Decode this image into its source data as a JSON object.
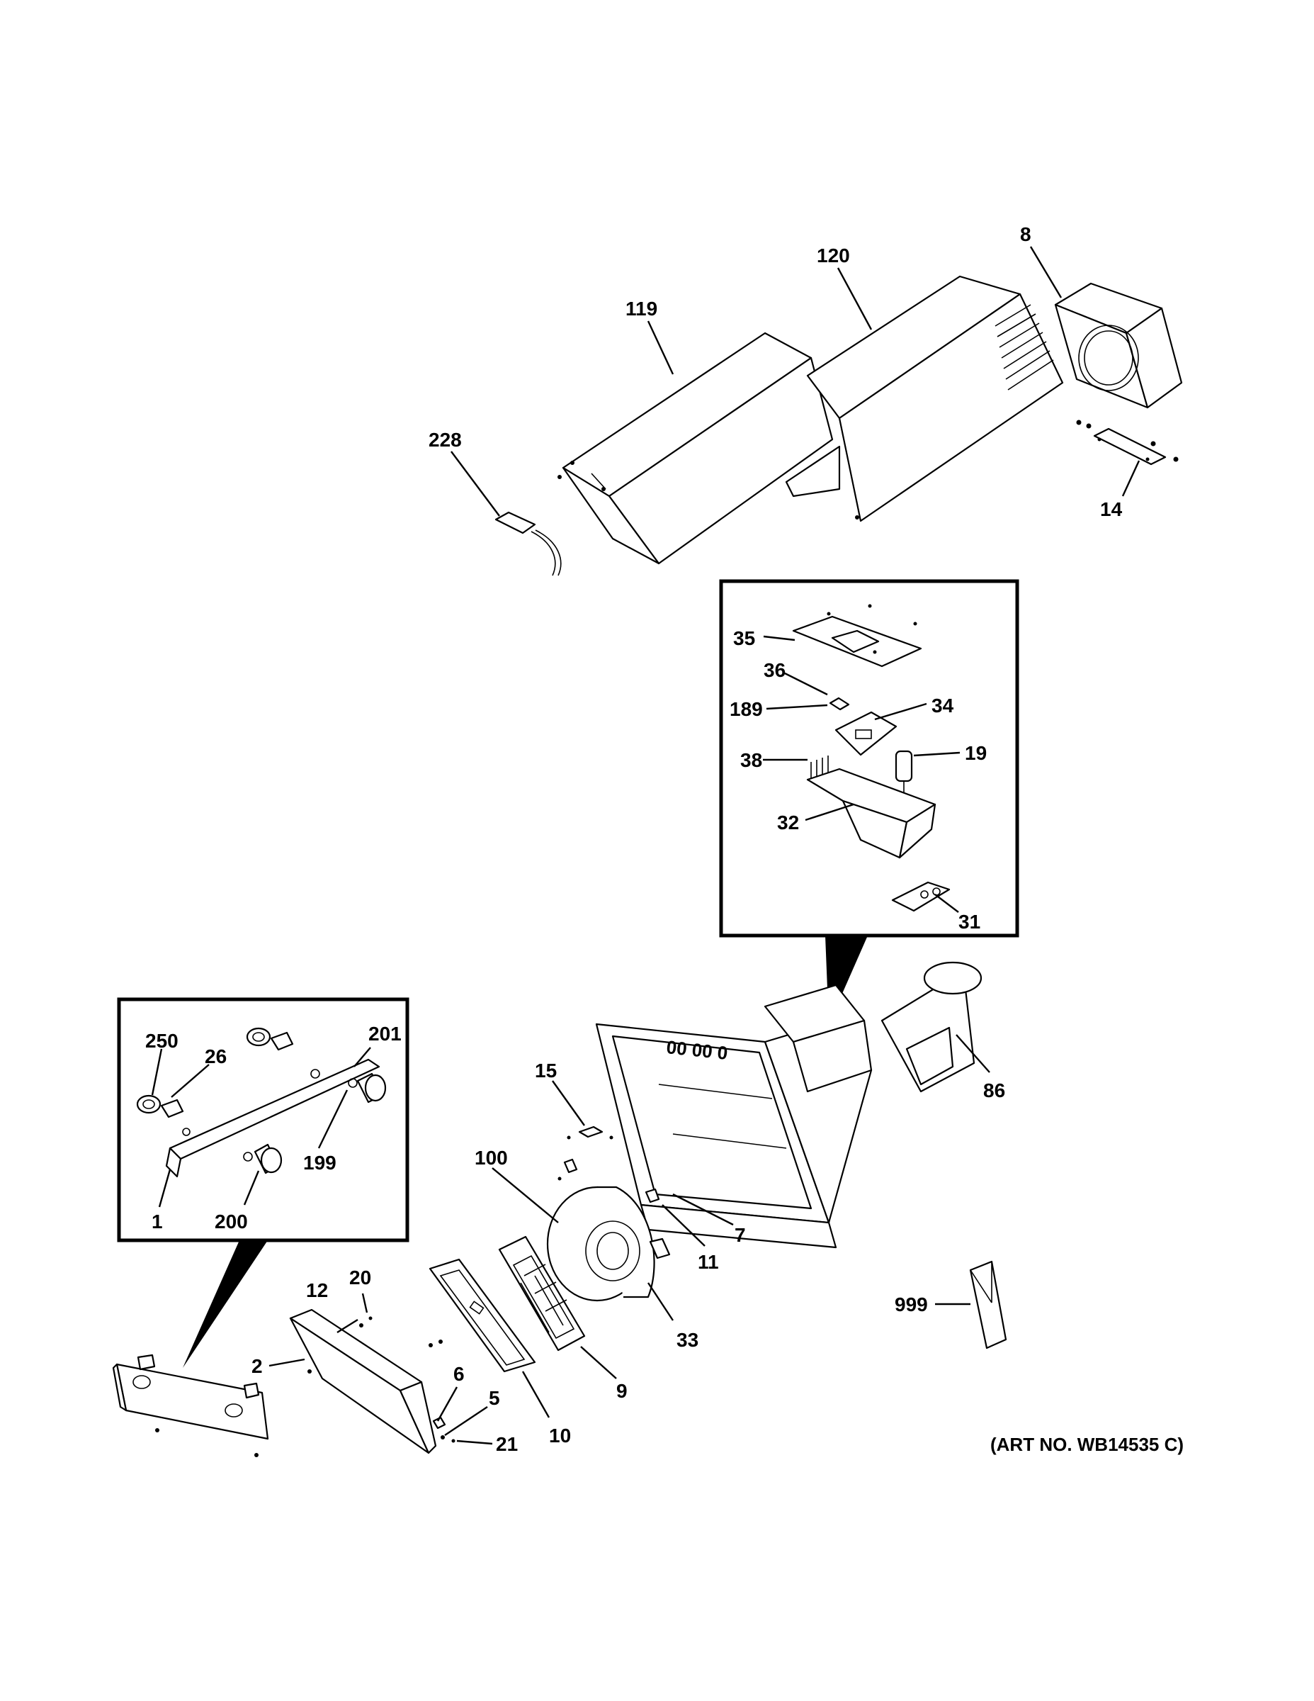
{
  "diagram": {
    "art_number": "(ART NO. WB14535 C)",
    "callouts": [
      {
        "id": "119",
        "label": "119"
      },
      {
        "id": "120",
        "label": "120"
      },
      {
        "id": "8",
        "label": "8"
      },
      {
        "id": "228",
        "label": "228"
      },
      {
        "id": "14",
        "label": "14"
      },
      {
        "id": "35",
        "label": "35"
      },
      {
        "id": "36",
        "label": "36"
      },
      {
        "id": "189",
        "label": "189"
      },
      {
        "id": "34",
        "label": "34"
      },
      {
        "id": "38",
        "label": "38"
      },
      {
        "id": "19",
        "label": "19"
      },
      {
        "id": "32",
        "label": "32"
      },
      {
        "id": "31",
        "label": "31"
      },
      {
        "id": "250",
        "label": "250"
      },
      {
        "id": "201",
        "label": "201"
      },
      {
        "id": "26",
        "label": "26"
      },
      {
        "id": "199",
        "label": "199"
      },
      {
        "id": "1",
        "label": "1"
      },
      {
        "id": "200",
        "label": "200"
      },
      {
        "id": "15",
        "label": "15"
      },
      {
        "id": "86",
        "label": "86"
      },
      {
        "id": "100",
        "label": "100"
      },
      {
        "id": "7",
        "label": "7"
      },
      {
        "id": "11",
        "label": "11"
      },
      {
        "id": "33",
        "label": "33"
      },
      {
        "id": "999",
        "label": "999"
      },
      {
        "id": "12",
        "label": "12"
      },
      {
        "id": "20",
        "label": "20"
      },
      {
        "id": "9",
        "label": "9"
      },
      {
        "id": "2",
        "label": "2"
      },
      {
        "id": "6",
        "label": "6"
      },
      {
        "id": "5",
        "label": "5"
      },
      {
        "id": "21",
        "label": "21"
      },
      {
        "id": "10",
        "label": "10"
      }
    ]
  }
}
